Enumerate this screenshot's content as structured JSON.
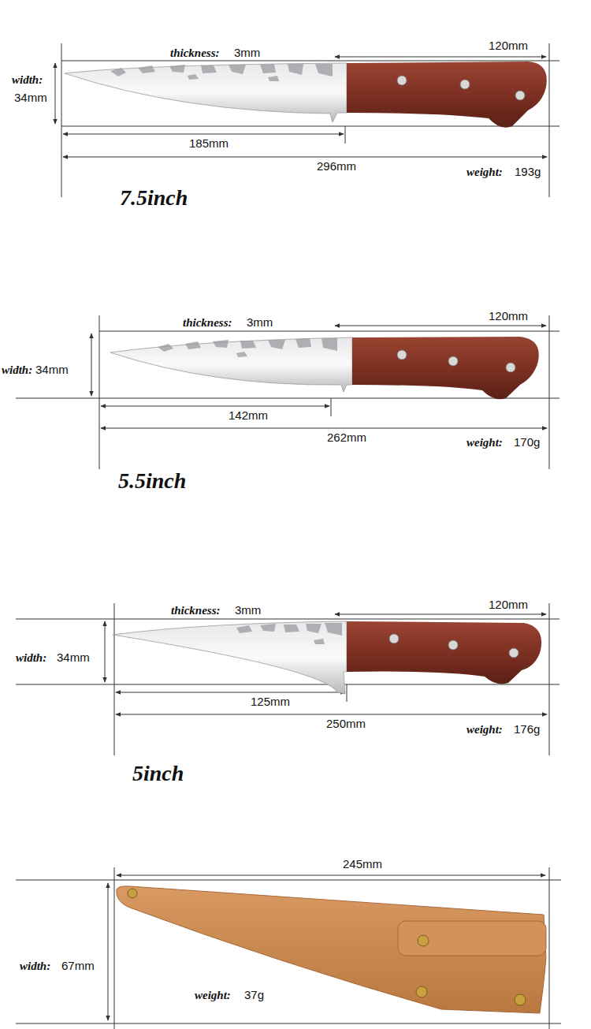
{
  "diagram": {
    "labels": [
      "thickness:",
      "3mm",
      "120mm",
      "width:",
      "34mm",
      "185mm",
      "296mm",
      "weight:",
      "193g",
      "7.5inch",
      "thickness:",
      "3mm",
      "120mm",
      "width:",
      "34mm",
      "142mm",
      "262mm",
      "weight:",
      "170g",
      "5.5inch",
      "thickness:",
      "3mm",
      "120mm",
      "width:",
      "34mm",
      "125mm",
      "250mm",
      "weight:",
      "176g",
      "5inch",
      "245mm",
      "width:",
      "67mm",
      "weight:",
      "37g"
    ]
  }
}
